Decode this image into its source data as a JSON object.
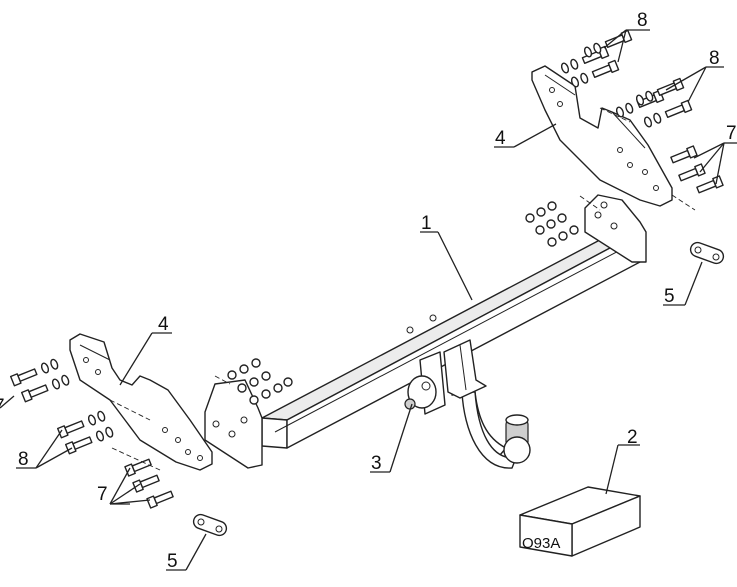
{
  "diagram": {
    "labels": {
      "drawbar": "1",
      "electrical_kit": "2",
      "socket_bracket": "3",
      "bracket_right": "4",
      "bracket_left": "4",
      "spacer_right": "5",
      "spacer_left": "5",
      "bolts_right_top": "8",
      "bolts_right_mid": "8",
      "bolts_right_low": "7",
      "bolts_left_top": "7",
      "bolts_left_mid": "8",
      "bolts_left_low": "7"
    },
    "box_code": "O93A"
  }
}
